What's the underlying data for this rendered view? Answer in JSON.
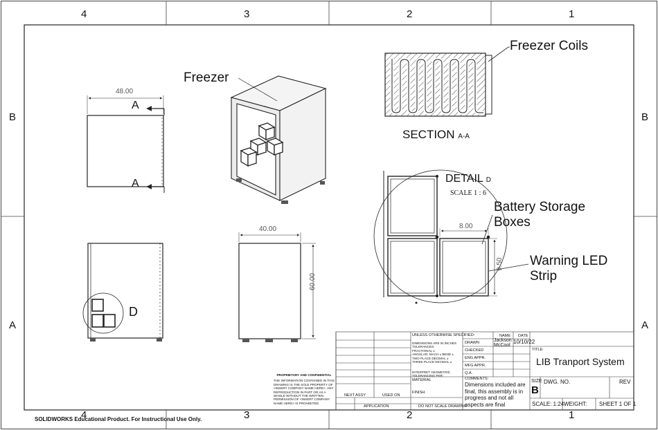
{
  "zones": {
    "columns": [
      "4",
      "3",
      "2",
      "1"
    ],
    "rows": [
      "B",
      "A"
    ]
  },
  "callouts": {
    "freezer": "Freezer",
    "freezer_coils": "Freezer Coils",
    "battery_storage_l1": "Battery Storage",
    "battery_storage_l2": "Boxes",
    "warning_led_l1": "Warning LED",
    "warning_led_l2": "Strip"
  },
  "views": {
    "section_title": "SECTION",
    "section_letters": "A-A",
    "detail_title": "DETAIL",
    "detail_letter": "D",
    "detail_scale": "SCALE 1 : 6",
    "detail_marker": "D",
    "section_marker": "A"
  },
  "dimensions": {
    "top_width": "48.00",
    "front_width": "40.00",
    "front_height": "60.00",
    "box_width": "8.00",
    "box_height": "9.50"
  },
  "title_block": {
    "unless_specified": "UNLESS OTHERWISE SPECIFIED:",
    "dims_inches": "DIMENSIONS ARE IN INCHES",
    "tolerances": "TOLERANCES:",
    "fractional": "FRACTIONAL ±",
    "angular": "ANGULAR: MACH ±   BEND ±",
    "two_place": "TWO PLACE DECIMAL   ±",
    "three_place": "THREE PLACE DECIMAL  ±",
    "interpret": "INTERPRET GEOMETRIC",
    "tolerancing": "TOLERANCING PER:",
    "material": "MATERIAL",
    "finish": "FINISH",
    "do_not_scale": "DO NOT SCALE DRAWING",
    "next_assy": "NEXT ASSY",
    "used_on": "USED ON",
    "application": "APPLICATION",
    "name_hdr": "NAME",
    "date_hdr": "DATE",
    "drawn": "DRAWN",
    "drawn_name_l1": "Jackson",
    "drawn_name_l2": "McCool",
    "drawn_date": "10/10/22",
    "checked": "CHECKED",
    "eng_appr": "ENG APPR.",
    "mfg_appr": "MFG APPR.",
    "qa": "Q.A.",
    "comments_label": "COMMENTS:",
    "comments": "Dimensions included are final, this assembly is in progress and not all aspects are final",
    "title_label": "TITLE:",
    "title": "LIB Tranport System",
    "size_label": "SIZE",
    "size": "B",
    "dwg_no": "DWG. NO.",
    "rev": "REV",
    "scale": "SCALE: 1:24",
    "weight": "WEIGHT:",
    "sheet": "SHEET 1 OF 1",
    "proprietary_title": "PROPRIETARY AND CONFIDENTIAL",
    "proprietary_text": "THE INFORMATION CONTAINED IN THIS DRAWING IS THE SOLE PROPERTY OF <INSERT COMPANY NAME HERE>. ANY REPRODUCTION IN PART OR AS A WHOLE WITHOUT THE WRITTEN PERMISSION OF <INSERT COMPANY NAME HERE> IS PROHIBITED."
  },
  "footer": {
    "watermark": "SOLIDWORKS Educational Product. For Instructional Use Only."
  }
}
